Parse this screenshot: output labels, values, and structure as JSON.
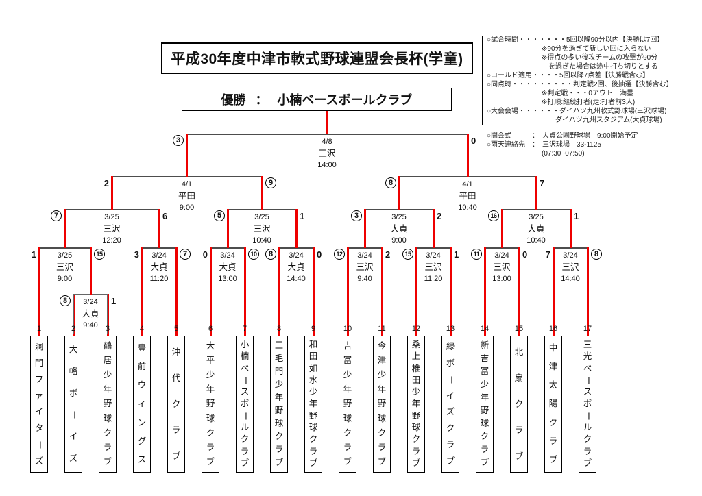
{
  "title": "平成30年度中津市軟式野球連盟会長杯(学童)",
  "champion": {
    "label": "優勝",
    "separator": "：",
    "name": "小楠ベースボールクラブ"
  },
  "notes_rules": [
    "○試合時間・・・・・・・5回以降90分以内【決勝は7回】",
    "　　　　　　　　※90分を過ぎて新しい回に入らない",
    "　　　　　　　　※得点の多い後攻チームの攻撃が90分",
    "　　　　　　　　　を過ぎた場合は途中打ち切りとする",
    "○コールド適用・・・・5回以降7点差【決勝戦含む】",
    "○同点時・・・・・・・・・判定戦2回、後抽選【決勝含む】",
    "　　　　　　　　※判定戦・・・0アウト　満塁",
    "　　　　　　　　※打順:継続打者(走:打者前3人)",
    "○大会会場・・・・・・ダイハツ九州軟式野球場(三沢球場)",
    "　　　　　　　　　　ダイハツ九州スタジアム(大貞球場)"
  ],
  "notes_contact": [
    "○開会式　　　：　大貞公園野球場　9:00開始予定",
    "○雨天連絡先　：　三沢球場　33-1125",
    "　　　　　　　　(07:30~07:50)"
  ],
  "colors": {
    "winner_path": "#ee0000",
    "connector": "#4d4d4d",
    "text": "#111111"
  },
  "teams": [
    {
      "num": "1",
      "name": "洞門ファイターズ"
    },
    {
      "num": "2",
      "name": "大幡ボーイズ"
    },
    {
      "num": "3",
      "name": "鶴居少年野球クラブ"
    },
    {
      "num": "4",
      "name": "豊前ウィングス"
    },
    {
      "num": "5",
      "name": "沖代クラブ"
    },
    {
      "num": "6",
      "name": "大平少年野球クラブ"
    },
    {
      "num": "7",
      "name": "小楠ベースボールクラブ"
    },
    {
      "num": "8",
      "name": "三毛門少年野球クラブ"
    },
    {
      "num": "9",
      "name": "和田如水少年野球クラブ"
    },
    {
      "num": "10",
      "name": "吉冨少年野球クラブ"
    },
    {
      "num": "11",
      "name": "今津少年野球クラブ"
    },
    {
      "num": "12",
      "name": "桑上椎田少年野球クラブ"
    },
    {
      "num": "13",
      "name": "緑ボーイズクラブ"
    },
    {
      "num": "14",
      "name": "新吉冨少年野球クラブ"
    },
    {
      "num": "15",
      "name": "北扇クラブ"
    },
    {
      "num": "16",
      "name": "中津太陽クラブ"
    },
    {
      "num": "17",
      "name": "三光ベースボールクラブ"
    }
  ],
  "matches": [
    {
      "key": "playin",
      "round": "play-in",
      "date": "3/24",
      "venue": "大貞",
      "time": "9:40",
      "left_score": "8",
      "right_score": "1",
      "winner": "left"
    },
    {
      "key": "r1-1",
      "round": "round1",
      "date": "3/25",
      "venue": "三沢",
      "time": "9:00",
      "left_score": "1",
      "right_score": "15",
      "winner": "right"
    },
    {
      "key": "r1-2",
      "round": "round1",
      "date": "3/24",
      "venue": "大貞",
      "time": "11:20",
      "left_score": "3",
      "right_score": "7",
      "winner": "right"
    },
    {
      "key": "r1-3",
      "round": "round1",
      "date": "3/24",
      "venue": "大貞",
      "time": "13:00",
      "left_score": "0",
      "right_score": "10",
      "winner": "right"
    },
    {
      "key": "r1-4",
      "round": "round1",
      "date": "3/24",
      "venue": "大貞",
      "time": "14:40",
      "left_score": "8",
      "right_score": "0",
      "winner": "left"
    },
    {
      "key": "r1-5",
      "round": "round1",
      "date": "3/24",
      "venue": "三沢",
      "time": "9:40",
      "left_score": "12",
      "right_score": "2",
      "winner": "left"
    },
    {
      "key": "r1-6",
      "round": "round1",
      "date": "3/24",
      "venue": "三沢",
      "time": "11:20",
      "left_score": "15",
      "right_score": "1",
      "winner": "left"
    },
    {
      "key": "r1-7",
      "round": "round1",
      "date": "3/24",
      "venue": "三沢",
      "time": "13:00",
      "left_score": "11",
      "right_score": "0",
      "winner": "left"
    },
    {
      "key": "r1-8",
      "round": "round1",
      "date": "3/24",
      "venue": "三沢",
      "time": "14:40",
      "left_score": "7",
      "right_score": "8",
      "winner": "right"
    },
    {
      "key": "qf-1",
      "round": "quarterfinal",
      "date": "3/25",
      "venue": "三沢",
      "time": "12:20",
      "left_score": "7",
      "right_score": "6",
      "winner": "left"
    },
    {
      "key": "qf-2",
      "round": "quarterfinal",
      "date": "3/25",
      "venue": "三沢",
      "time": "10:40",
      "left_score": "5",
      "right_score": "1",
      "winner": "left"
    },
    {
      "key": "qf-3",
      "round": "quarterfinal",
      "date": "3/25",
      "venue": "大貞",
      "time": "9:00",
      "left_score": "3",
      "right_score": "2",
      "winner": "left"
    },
    {
      "key": "qf-4",
      "round": "quarterfinal",
      "date": "3/25",
      "venue": "大貞",
      "time": "10:40",
      "left_score": "16",
      "right_score": "1",
      "winner": "left"
    },
    {
      "key": "sf-1",
      "round": "semifinal",
      "date": "4/1",
      "venue": "平田",
      "time": "9:00",
      "left_score": "2",
      "right_score": "9",
      "winner": "right"
    },
    {
      "key": "sf-2",
      "round": "semifinal",
      "date": "4/1",
      "venue": "平田",
      "time": "10:40",
      "left_score": "8",
      "right_score": "7",
      "winner": "left"
    },
    {
      "key": "final",
      "round": "final",
      "date": "4/8",
      "venue": "三沢",
      "time": "14:00",
      "left_score": "3",
      "right_score": "0",
      "winner": "left"
    }
  ]
}
